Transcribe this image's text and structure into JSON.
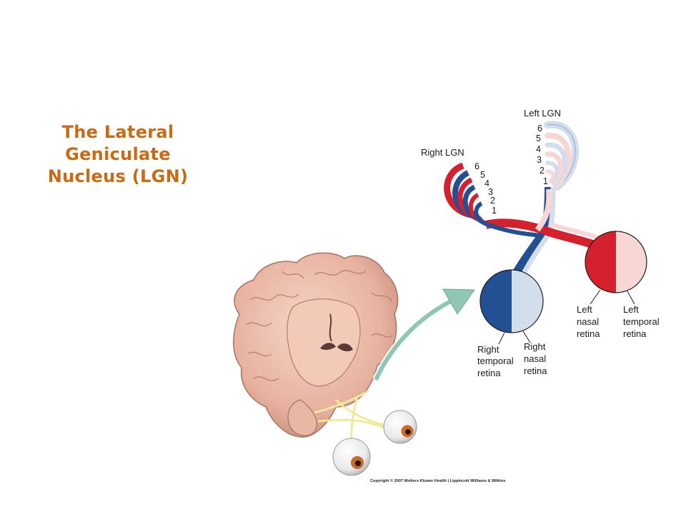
{
  "title": {
    "line1": "The Lateral",
    "line2": "Geniculate",
    "line3": "Nucleus (LGN)"
  },
  "labels": {
    "left_lgn": "Left LGN",
    "right_lgn": "Right LGN",
    "layer_numbers": [
      "6",
      "5",
      "4",
      "3",
      "2",
      "1"
    ],
    "right_temporal_retina": [
      "Right",
      "temporal",
      "retina"
    ],
    "right_nasal_retina": [
      "Right",
      "nasal",
      "retina"
    ],
    "left_nasal_retina": [
      "Left",
      "nasal",
      "retina"
    ],
    "left_temporal_retina": [
      "Left",
      "temporal",
      "retina"
    ]
  },
  "copyright": "Copyright © 2007 Wolters Kluwer Health | Lippincott Williams & Wilkins",
  "colors": {
    "title": "#cc6a14",
    "dark_red": "#d5202e",
    "light_red": "#f8d6d6",
    "dark_blue": "#234f93",
    "light_blue": "#d3deec",
    "arrow": "#8fc6b4",
    "optic_nerve": "#f2ea9a"
  }
}
